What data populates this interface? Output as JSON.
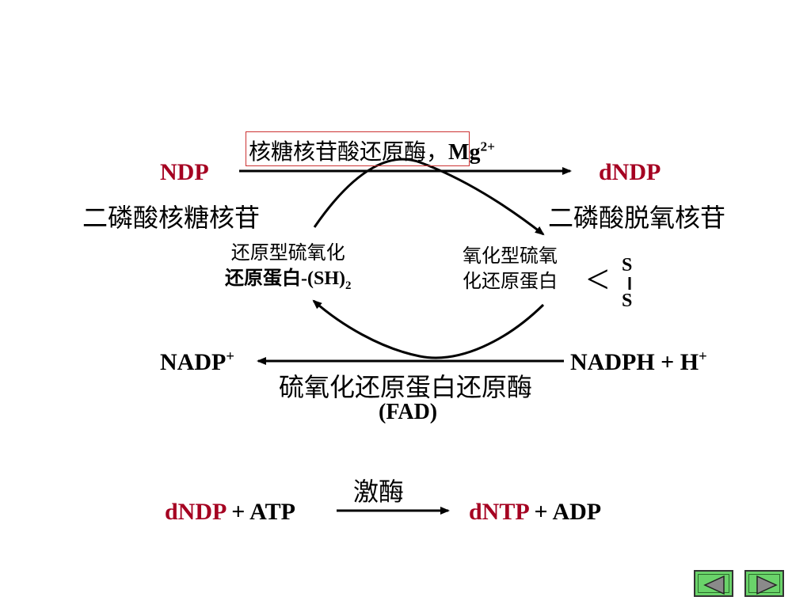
{
  "top_reaction": {
    "substrate": "NDP",
    "product": "dNDP",
    "enzyme": "核糖核苷酸还原酶",
    "enzyme_sep": "，",
    "cofactor": "Mg",
    "cofactor_charge": "2+",
    "substrate_name": "二磷酸核糖核苷",
    "product_name": "二磷酸脱氧核苷"
  },
  "thioredoxin": {
    "reduced_line1": "还原型硫氧化",
    "reduced_line2": "还原蛋白-(SH)",
    "reduced_sub": "2",
    "oxidized_line1": "氧化型硫氧",
    "oxidized_line2": "化还原蛋白",
    "bracket": "<",
    "s_top": "S",
    "s_bottom": "S"
  },
  "nadph_reaction": {
    "nadp": "NADP",
    "nadp_charge": "+",
    "nadph": "NADPH + H",
    "h_charge": "+",
    "enzyme": "硫氧化还原蛋白还原酶",
    "cofactor": "(FAD)"
  },
  "kinase_reaction": {
    "enzyme": "激酶",
    "substrate_red": "dNDP",
    "substrate_rest": " + ATP",
    "product_red": "dNTP",
    "product_rest": " + ADP"
  },
  "nav": {
    "prev_icon": "triangle-left-icon",
    "next_icon": "triangle-right-icon"
  },
  "colors": {
    "highlight_red": "#a50021",
    "box_outline": "#cc3333",
    "nav_green": "#6ad36a"
  }
}
